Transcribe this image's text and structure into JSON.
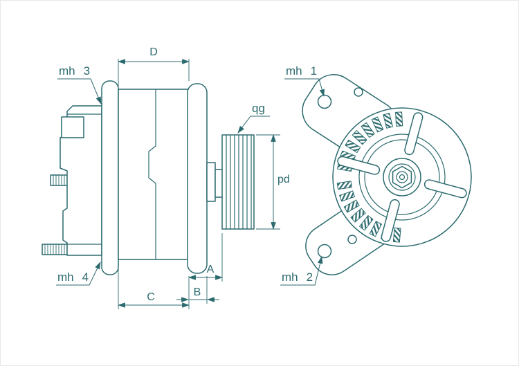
{
  "style": {
    "line_color": "#2b6a6e",
    "background": "#ffffff"
  },
  "dimensions": {
    "D": "D",
    "A": "A",
    "B": "B",
    "C": "C",
    "pd": "pd"
  },
  "callouts": {
    "qg": "qg",
    "mh1": {
      "prefix": "mh",
      "num": "1"
    },
    "mh2": {
      "prefix": "mh",
      "num": "2"
    },
    "mh3": {
      "prefix": "mh",
      "num": "3"
    },
    "mh4": {
      "prefix": "mh",
      "num": "4"
    }
  }
}
